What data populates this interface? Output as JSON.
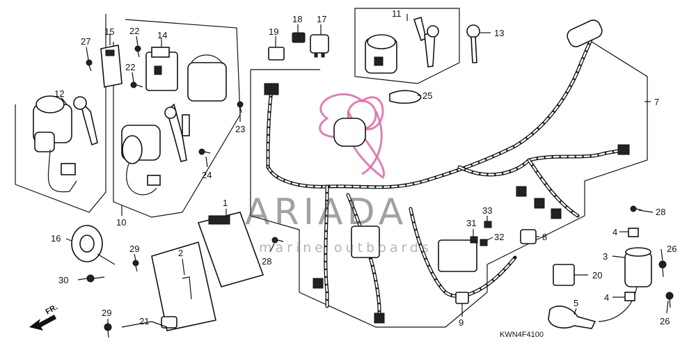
{
  "diagram_code": "KWN4F4100",
  "front_marker": "FR.",
  "watermark": {
    "brand": "ARIADA",
    "tagline": "marine outboards"
  },
  "callouts": [
    {
      "id": "c1",
      "text": "1"
    },
    {
      "id": "c2",
      "text": "2"
    },
    {
      "id": "c3",
      "text": "3"
    },
    {
      "id": "c4a",
      "text": "4"
    },
    {
      "id": "c4b",
      "text": "4"
    },
    {
      "id": "c5",
      "text": "5"
    },
    {
      "id": "c7",
      "text": "7"
    },
    {
      "id": "c8",
      "text": "8"
    },
    {
      "id": "c9",
      "text": "9"
    },
    {
      "id": "c10",
      "text": "10"
    },
    {
      "id": "c11",
      "text": "11"
    },
    {
      "id": "c12",
      "text": "12"
    },
    {
      "id": "c13",
      "text": "13"
    },
    {
      "id": "c14",
      "text": "14"
    },
    {
      "id": "c15",
      "text": "15"
    },
    {
      "id": "c16",
      "text": "16"
    },
    {
      "id": "c17",
      "text": "17"
    },
    {
      "id": "c18",
      "text": "18"
    },
    {
      "id": "c19",
      "text": "19"
    },
    {
      "id": "c20",
      "text": "20"
    },
    {
      "id": "c21",
      "text": "21"
    },
    {
      "id": "c22a",
      "text": "22"
    },
    {
      "id": "c22b",
      "text": "22"
    },
    {
      "id": "c23",
      "text": "23"
    },
    {
      "id": "c24",
      "text": "24"
    },
    {
      "id": "c25",
      "text": "25"
    },
    {
      "id": "c26a",
      "text": "26"
    },
    {
      "id": "c26b",
      "text": "26"
    },
    {
      "id": "c27",
      "text": "27"
    },
    {
      "id": "c28a",
      "text": "28"
    },
    {
      "id": "c28b",
      "text": "28"
    },
    {
      "id": "c29a",
      "text": "29"
    },
    {
      "id": "c29b",
      "text": "29"
    },
    {
      "id": "c30",
      "text": "30"
    },
    {
      "id": "c31",
      "text": "31"
    },
    {
      "id": "c32",
      "text": "32"
    },
    {
      "id": "c33",
      "text": "33"
    }
  ]
}
